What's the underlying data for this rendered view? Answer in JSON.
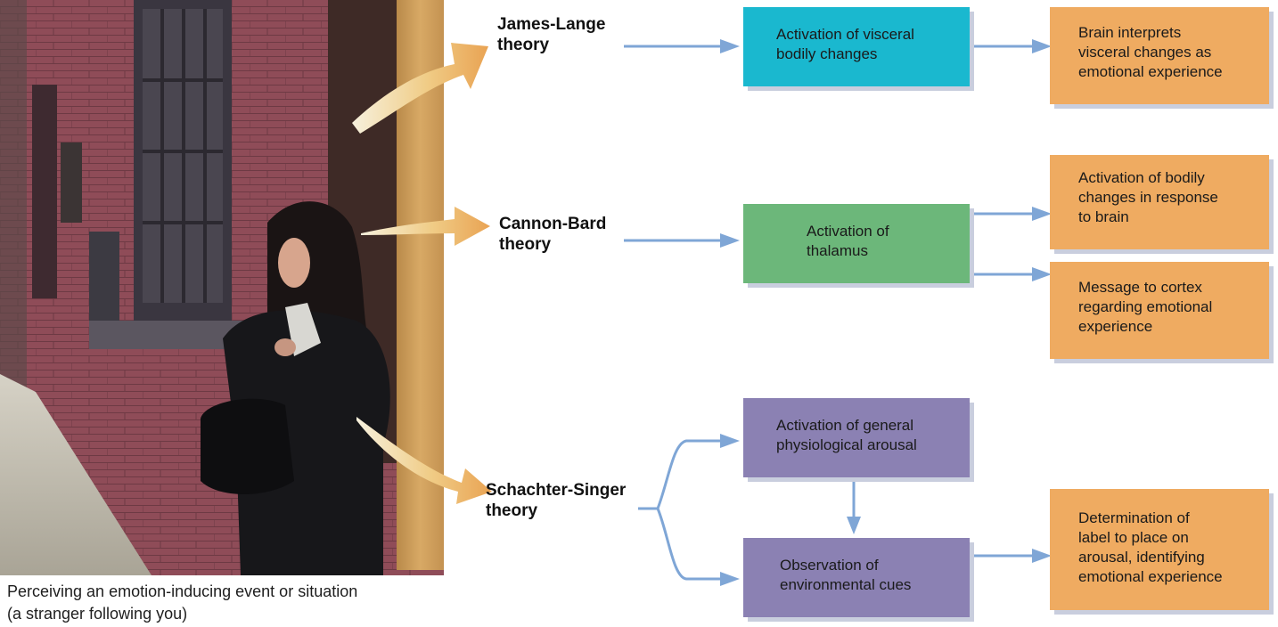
{
  "colors": {
    "arrow": "#7fa6d6",
    "cyan_box": "#1ab8cf",
    "green_box": "#6cb77a",
    "orange_box": "#efab61",
    "purple_box": "#8b81b3"
  },
  "photo": {
    "caption_line1": "Perceiving an emotion-inducing event or situation",
    "caption_line2": "(a stranger following you)"
  },
  "theories": {
    "james_lange": {
      "line1": "James-Lange",
      "line2": "theory",
      "step1": [
        "Activation of visceral",
        "bodily changes"
      ],
      "outcome": [
        "Brain interprets",
        "visceral changes as",
        "emotional experience"
      ]
    },
    "cannon_bard": {
      "line1": "Cannon-Bard",
      "line2": "theory",
      "step1": [
        "Activation of",
        "thalamus"
      ],
      "outcome_a": [
        "Activation of bodily",
        "changes in response",
        "to brain"
      ],
      "outcome_b": [
        "Message to cortex",
        "regarding emotional",
        "experience"
      ]
    },
    "schachter_singer": {
      "line1": "Schachter-Singer",
      "line2": "theory",
      "step1": [
        "Activation of general",
        "physiological arousal"
      ],
      "step2": [
        "Observation of",
        "environmental cues"
      ],
      "outcome": [
        "Determination of",
        "label to place on",
        "arousal, identifying",
        "emotional experience"
      ]
    }
  }
}
